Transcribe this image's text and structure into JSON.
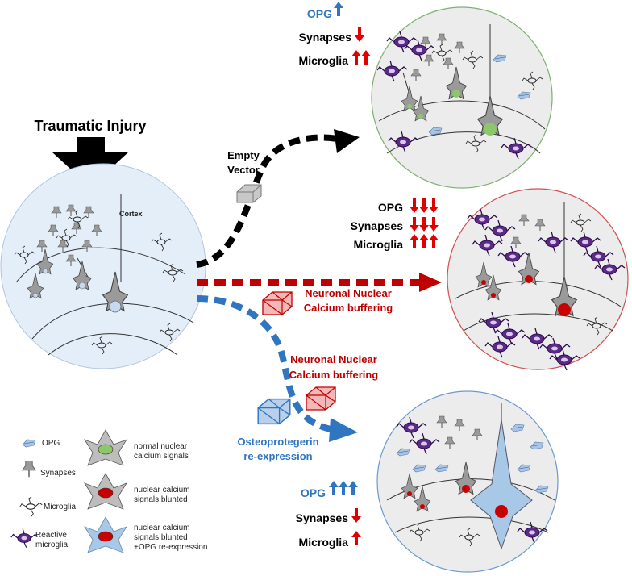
{
  "injury": {
    "title": "Traumatic Injury",
    "cortex_label": "Cortex"
  },
  "top_panel": {
    "opg": "OPG",
    "synapses": "Synapses",
    "microglia": "Microglia",
    "opg_arrows": 1,
    "synapse_arrows": 1,
    "microglia_arrows": 2
  },
  "middle_panel": {
    "opg": "OPG",
    "synapses": "Synapses",
    "microglia": "Microglia",
    "opg_arrows": 3,
    "synapse_arrows": 3,
    "microglia_arrows": 3
  },
  "bottom_panel": {
    "opg": "OPG",
    "synapses": "Synapses",
    "microglia": "Microglia",
    "opg_arrows": 3,
    "synapse_arrows": 1,
    "microglia_arrows": 1
  },
  "treatments": {
    "empty_vector_1": "Empty",
    "empty_vector_2": "Vector",
    "buffer_red_1": "Neuronal Nuclear",
    "buffer_red_2": "Calcium buffering",
    "buffer_blue_1": "Neuronal Nuclear",
    "buffer_blue_2": "Calcium buffering",
    "opg_reexp_1": "Osteoprotegerin",
    "opg_reexp_2": "re-expression"
  },
  "legend": {
    "opg": "OPG",
    "synapses": "Synapses",
    "microglia": "Microglia",
    "reactive_1": "Reactive",
    "reactive_2": "microglia",
    "normal_1": "normal nuclear",
    "normal_2": "calcium signals",
    "blunted_1": "nuclear calcium",
    "blunted_2": "signals blunted",
    "blunted_opg_1": "nuclear calcium",
    "blunted_opg_2": "signals blunted",
    "blunted_opg_3": "+OPG re-expression"
  },
  "colors": {
    "red": "#e00000",
    "blue": "#2f75c0",
    "dark_red": "#c00000",
    "black": "#000000",
    "green_nucleus": "#8cc86a",
    "red_nucleus": "#c80000",
    "light_blue_bg": "#e4eef8"
  }
}
